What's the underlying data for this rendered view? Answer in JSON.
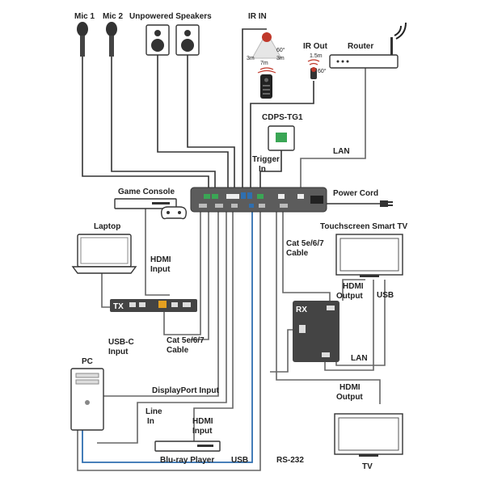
{
  "labels": {
    "mic1": "Mic 1",
    "mic2": "Mic 2",
    "speakers": "Unpowered Speakers",
    "ir_in": "IR IN",
    "ir_out": "IR Out",
    "router": "Router",
    "cdps": "CDPS-TG1",
    "trigger_in_1": "Trigger",
    "trigger_in_2": "In",
    "lan_top": "LAN",
    "power_cord": "Power Cord",
    "game_console": "Game Console",
    "laptop": "Laptop",
    "hdmi_input_1": "HDMI",
    "hdmi_input_2": "Input",
    "tx": "TX",
    "usbc_1": "USB-C",
    "usbc_2": "Input",
    "cat_tx_1": "Cat 5e/6/7",
    "cat_tx_2": "Cable",
    "pc": "PC",
    "dp_input": "DisplayPort Input",
    "line_in_1": "Line",
    "line_in_2": "In",
    "hdmi_br_1": "HDMI",
    "hdmi_br_2": "Input",
    "bluray": "Blu-ray Player",
    "usb_bottom": "USB",
    "rs232": "RS-232",
    "touchscreen": "Touchscreen Smart TV",
    "cat_rx_1": "Cat 5e/6/7",
    "cat_rx_2": "Cable",
    "hdmi_out_1": "HDMI",
    "hdmi_out_2": "Output",
    "usb_right": "USB",
    "rx": "RX",
    "lan_rx": "LAN",
    "hdmi_out_tv_1": "HDMI",
    "hdmi_out_tv_2": "Output",
    "tv": "TV",
    "ir_3m_left": "3m",
    "ir_3m_right": "3m",
    "ir_7m": "7m",
    "ir_60": "60°",
    "irout_15m": "1.5m",
    "irout_60": "60°"
  },
  "colors": {
    "wire": "#666666",
    "usb_wire": "#2f6fb0",
    "hub": "#5c5c5c",
    "green_port": "#3aa655",
    "blue_port": "#2f6fb0",
    "ir_red": "#c0392b"
  },
  "icons": [
    "microphone-icon",
    "speaker-icon",
    "ir-receiver-icon",
    "remote-icon",
    "ir-emitter-icon",
    "router-icon",
    "wifi-icon",
    "trigger-plate-icon",
    "gamepad-icon",
    "laptop-icon",
    "pc-tower-icon",
    "bluray-icon",
    "monitor-icon",
    "power-plug-icon"
  ]
}
